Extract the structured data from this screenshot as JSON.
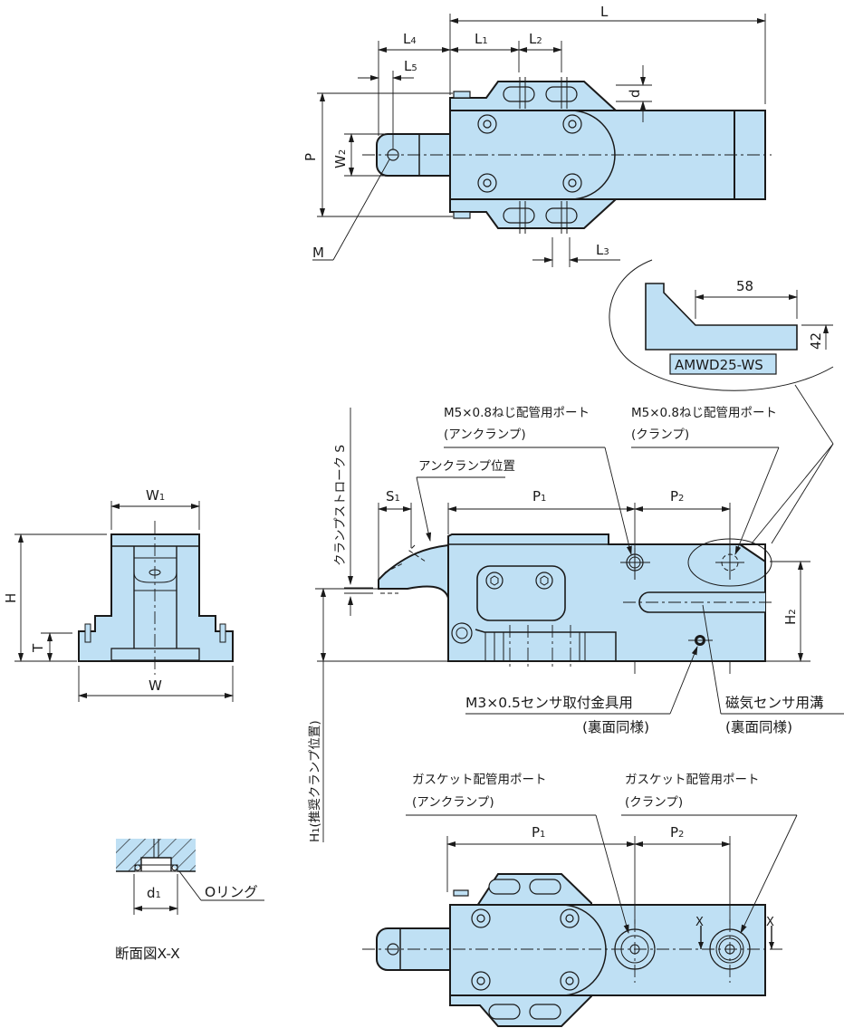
{
  "drawing": {
    "title": "Clamp cylinder dimensional drawing",
    "accent_fill": "#bfe0f4",
    "line_color": "#1a1a1a"
  },
  "top_view": {
    "dims": {
      "L": "L",
      "L1": "L",
      "L1_sub": "1",
      "L2": "L",
      "L2_sub": "2",
      "L3": "L",
      "L3_sub": "3",
      "L4": "L",
      "L4_sub": "4",
      "L5": "L",
      "L5_sub": "5",
      "d": "d",
      "P": "P",
      "W2": "W",
      "W2_sub": "2",
      "M": "M"
    }
  },
  "detail": {
    "tag": "AMWD25-WS",
    "dim_width": "58",
    "dim_height": "42"
  },
  "side_view": {
    "port_unclamp": {
      "line1": "M5×0.8ねじ配管用ポート",
      "line2": "(アンクランプ)"
    },
    "port_clamp": {
      "line1": "M5×0.8ねじ配管用ポート",
      "line2": "(クランプ)"
    },
    "unclamp_position": "アンクランプ位置",
    "clamp_stroke": "クランプストローク S",
    "h1_label": "H",
    "h1_sub": "1",
    "h1_text": "(推奨クランプ位置)",
    "S1": "S",
    "S1_sub": "1",
    "P1": "P",
    "P1_sub": "1",
    "P2": "P",
    "P2_sub": "2",
    "H2": "H",
    "H2_sub": "2",
    "sensor_bracket": {
      "line1": "M3×0.5センサ取付金具用",
      "line2": "(裏面同様)"
    },
    "sensor_groove": {
      "line1": "磁気センサ用溝",
      "line2": "(裏面同様)"
    }
  },
  "front_view": {
    "W1": "W",
    "W1_sub": "1",
    "W": "W",
    "H": "H",
    "T": "T"
  },
  "section": {
    "d1": "d",
    "d1_sub": "1",
    "oring": "Oリング",
    "caption": "断面図X-X"
  },
  "bottom_view": {
    "gasket_unclamp": {
      "line1": "ガスケット配管用ポート",
      "line2": "(アンクランプ)"
    },
    "gasket_clamp": {
      "line1": "ガスケット配管用ポート",
      "line2": "(クランプ)"
    },
    "P1": "P",
    "P1_sub": "1",
    "P2": "P",
    "P2_sub": "2",
    "X_left": "X",
    "X_right": "X"
  }
}
